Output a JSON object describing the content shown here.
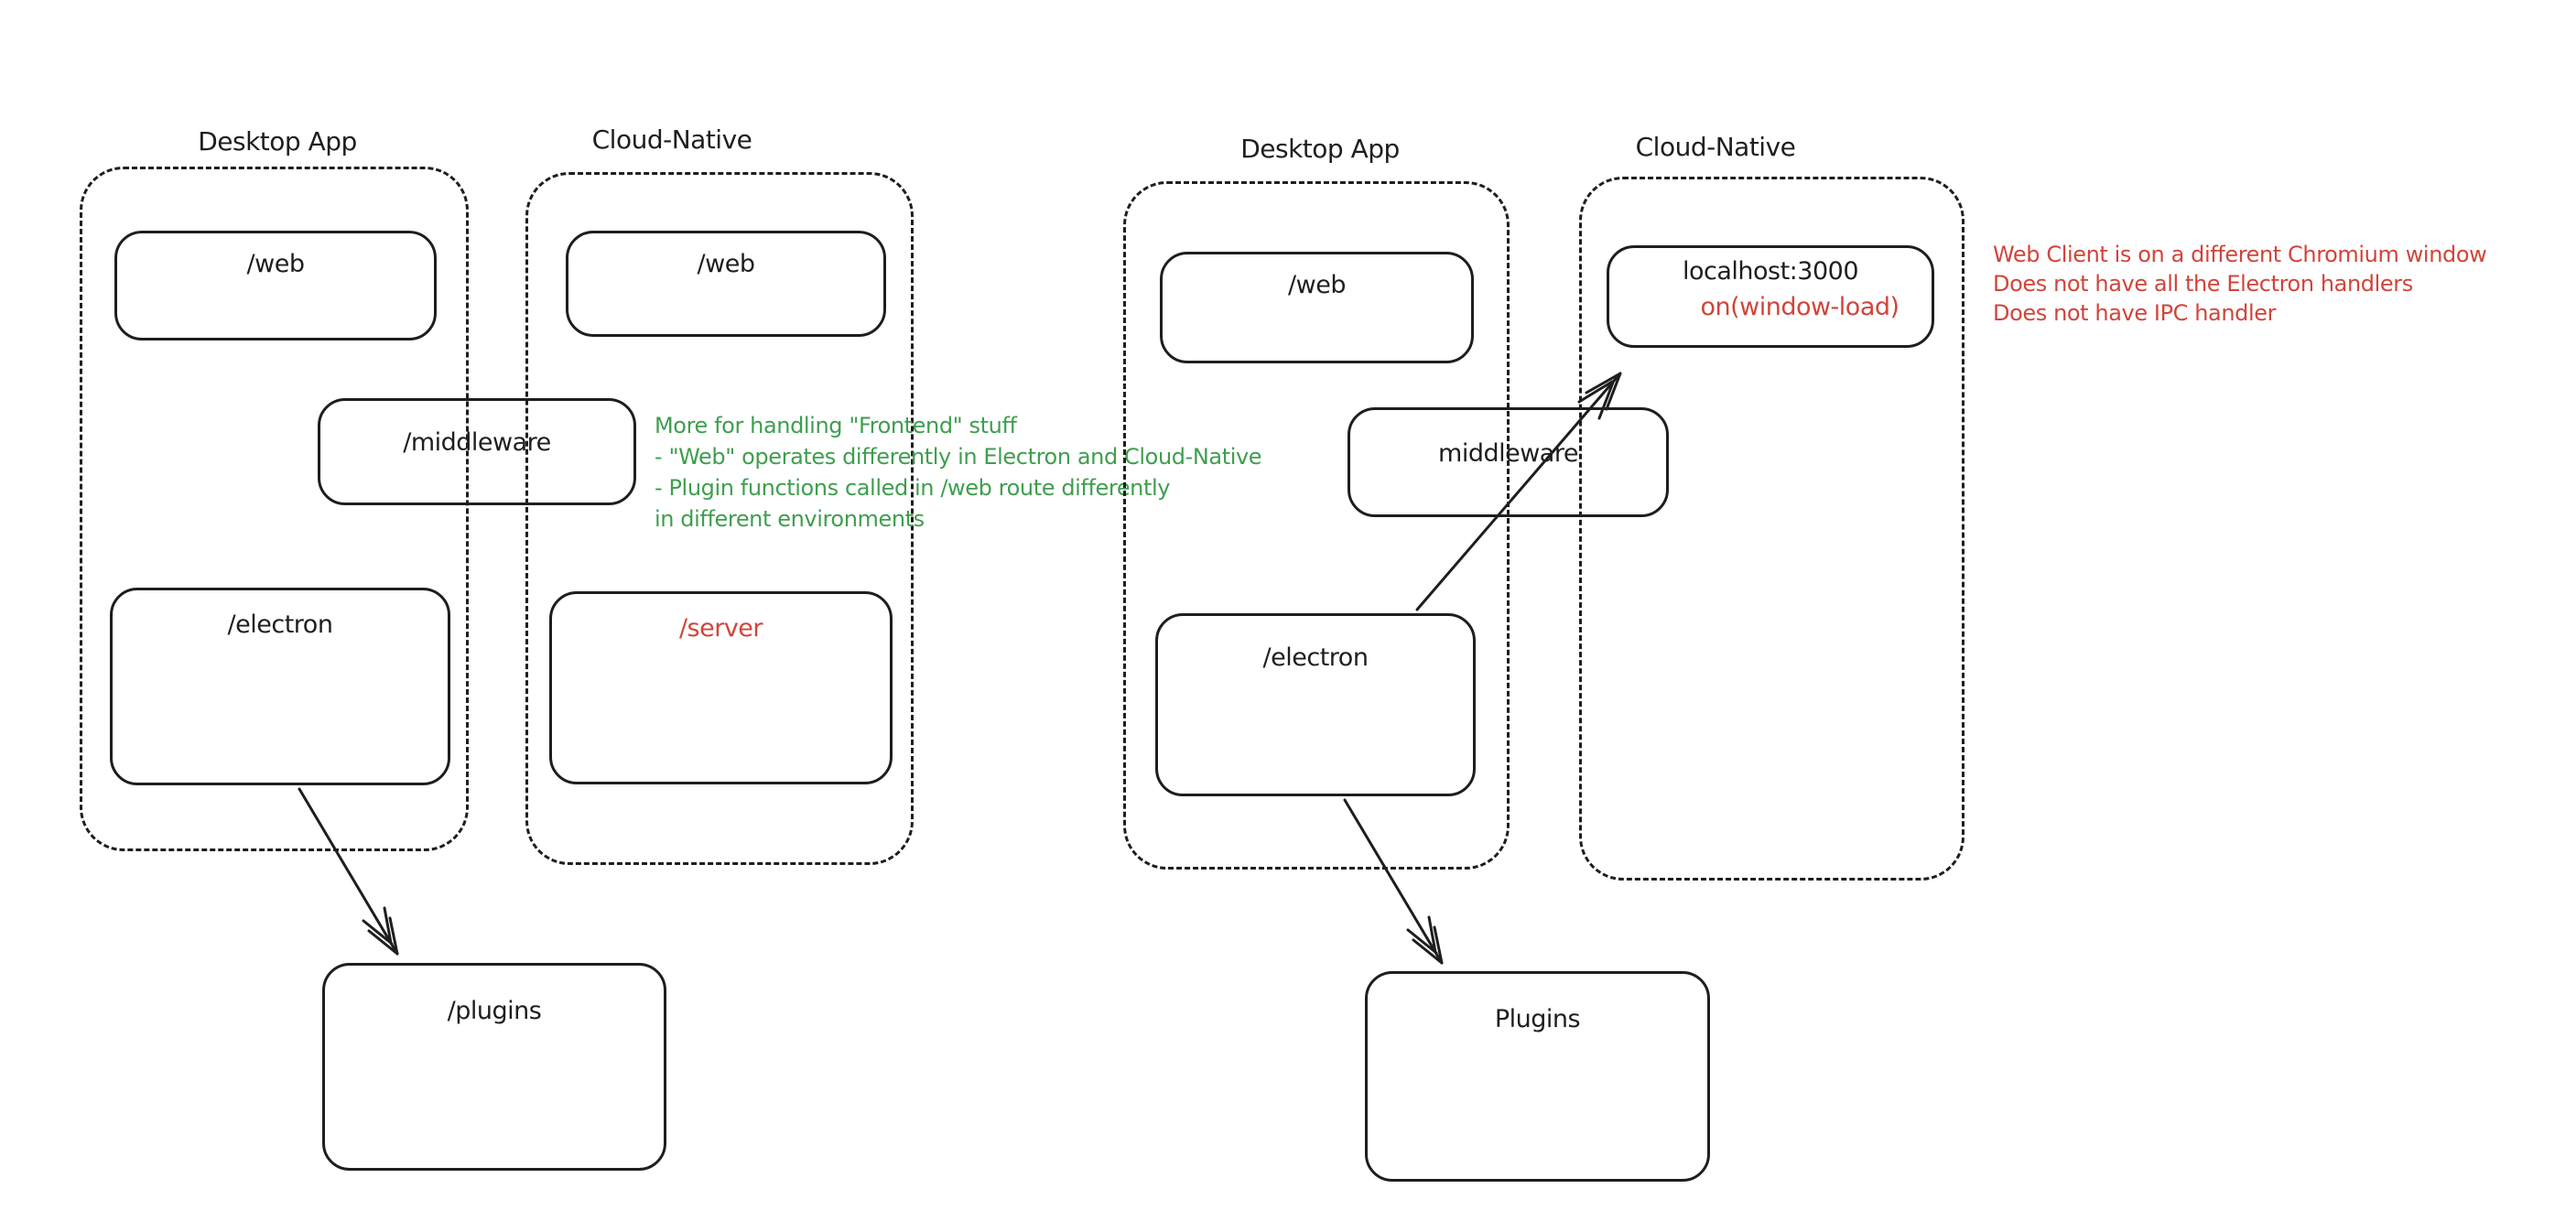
{
  "colors": {
    "ink": "#1e1e1e",
    "red": "#d0453b",
    "green": "#3f9e4f",
    "background": "#ffffff"
  },
  "left_diagram": {
    "desktop_title": "Desktop App",
    "cloud_title": "Cloud-Native",
    "web_desktop_label": "/web",
    "web_cloud_label": "/web",
    "middleware_label": "/middleware",
    "electron_label": "/electron",
    "server_label": "/server",
    "plugins_label": "/plugins",
    "note_lines": [
      "More for handling \"Frontend\" stuff",
      "- \"Web\" operates differently in Electron and Cloud-Native",
      "- Plugin functions called in /web route differently",
      "in different environments"
    ]
  },
  "right_diagram": {
    "desktop_title": "Desktop App",
    "cloud_title": "Cloud-Native",
    "web_label": "/web",
    "middleware_label": "middleware",
    "electron_label": "/electron",
    "localhost_label": "localhost:3000",
    "localhost_event_label": "on(window-load)",
    "plugins_label": "Plugins",
    "note_lines": [
      "Web Client is on a different Chromium window",
      "Does not have all the Electron handlers",
      "Does not have IPC handler"
    ]
  }
}
